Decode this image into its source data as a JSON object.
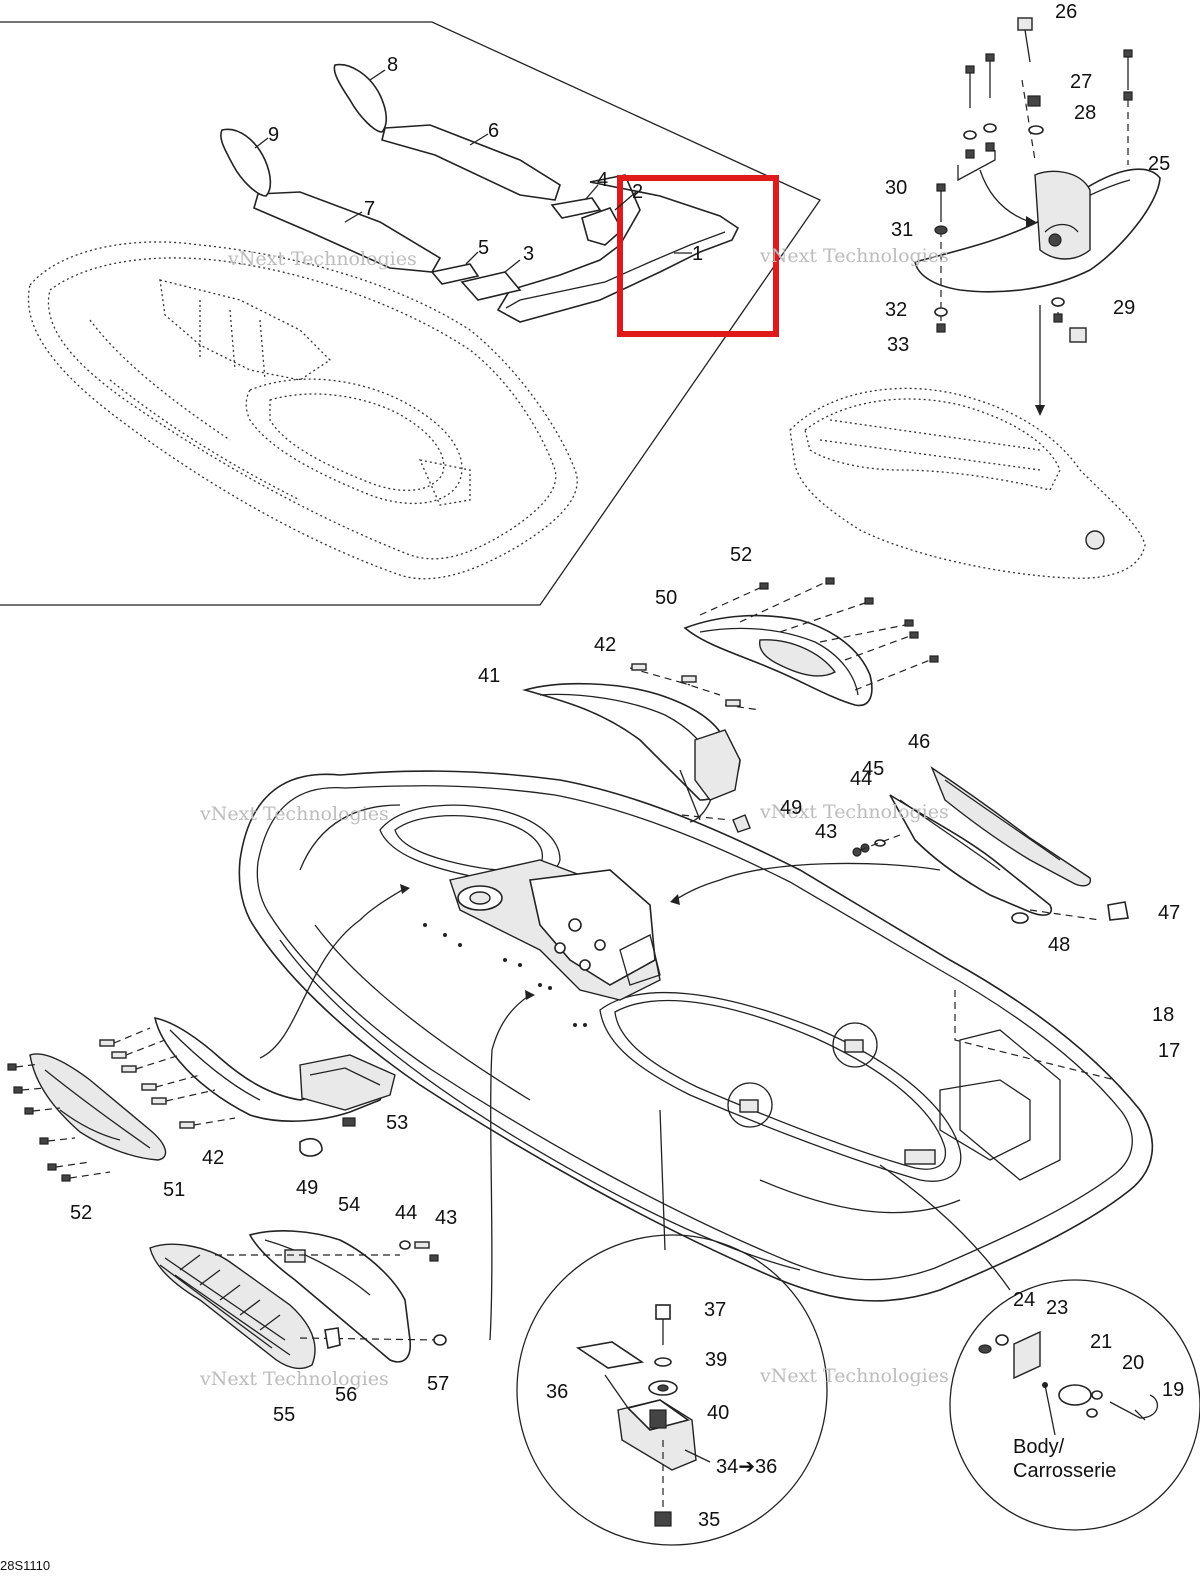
{
  "diagram": {
    "drawing_code": "28S1110",
    "watermark": "vNext Technologies",
    "highlight_color": "#e0191b",
    "detail_caption": [
      "Body/",
      "Carrosserie"
    ],
    "labels": {
      "1": "1",
      "2": "2",
      "3": "3",
      "4": "4",
      "5": "5",
      "6": "6",
      "7": "7",
      "8": "8",
      "9": "9",
      "17": "17",
      "18": "18",
      "19": "19",
      "20": "20",
      "21": "21",
      "23": "23",
      "24": "24",
      "25": "25",
      "26": "26",
      "27": "27",
      "28": "28",
      "29": "29",
      "30": "30",
      "31": "31",
      "32": "32",
      "33": "33",
      "34": "34➔36",
      "35": "35",
      "36": "36",
      "37": "37",
      "39": "39",
      "40": "40",
      "41": "41",
      "42": "42",
      "43": "43",
      "44": "44",
      "45": "45",
      "46": "46",
      "47": "47",
      "48": "48",
      "49": "49",
      "50": "50",
      "51": "51",
      "52": "52",
      "53": "53",
      "54": "54",
      "55": "55",
      "56": "56",
      "57": "57"
    }
  }
}
